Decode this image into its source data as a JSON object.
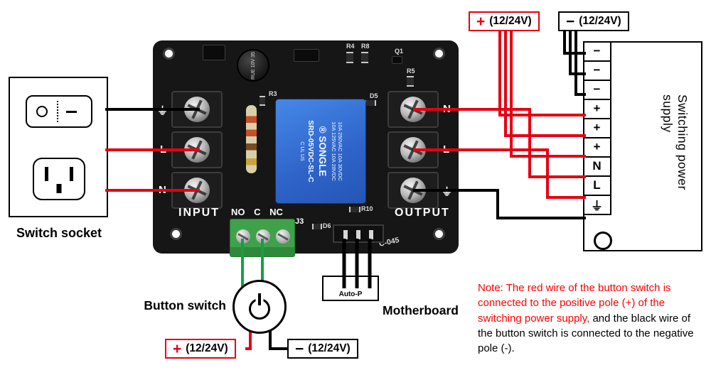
{
  "colors": {
    "wire_red": "#e60012",
    "wire_black": "#000000",
    "wire_green": "#12a14b",
    "pcb_black": "#161616",
    "relay_blue": "#2e63c8",
    "terminal_green": "#3fa24a",
    "note_red": "#ff0000"
  },
  "switch_socket": {
    "label": "Switch socket"
  },
  "board": {
    "input_label": "INPUT",
    "output_label": "OUTPUT",
    "relay_header_label": "NO C NC",
    "j3": "J3",
    "left_terminals": [
      "⏚",
      "L",
      "N"
    ],
    "right_terminals": [
      "N",
      "L",
      "⏚"
    ],
    "relay": {
      "ratings_line1": "10A 250VAC  10A 30VDC",
      "ratings_line2": "10A 125VAC  10A 28VDC",
      "brand": "® SONGLE",
      "model": "SRD-05VDC-SL-C",
      "cert": "C UL US"
    },
    "capacitor_text": "RUE 10V 35",
    "refs": {
      "r3": "R3",
      "r4": "R4",
      "r8": "R8",
      "q1": "Q1",
      "r5": "R5",
      "d5": "D5",
      "r10": "R10",
      "d6": "D6",
      "code": "C-045"
    }
  },
  "power_supply": {
    "label": "Switching power supply",
    "terminals": [
      "−",
      "−",
      "−",
      "+",
      "+",
      "+",
      "N",
      "L",
      "⏚"
    ]
  },
  "connections": {
    "plus_top": {
      "sign": "+",
      "text": "(12/24V)"
    },
    "minus_top": {
      "sign": "−",
      "text": "(12/24V)"
    },
    "plus_bottom": {
      "sign": "+",
      "text": "(12/24V)"
    },
    "minus_bottom": {
      "sign": "−",
      "text": "(12/24V)"
    }
  },
  "button_switch": {
    "label": "Button switch"
  },
  "motherboard": {
    "label": "Motherboard",
    "connector": "Auto-P"
  },
  "note": {
    "red_part": "Note: The red wire of the button switch is connected to the positive pole (+) of the switching power supply,",
    "black_part": " and the black wire of the button switch is connected to the negative pole (-)."
  }
}
